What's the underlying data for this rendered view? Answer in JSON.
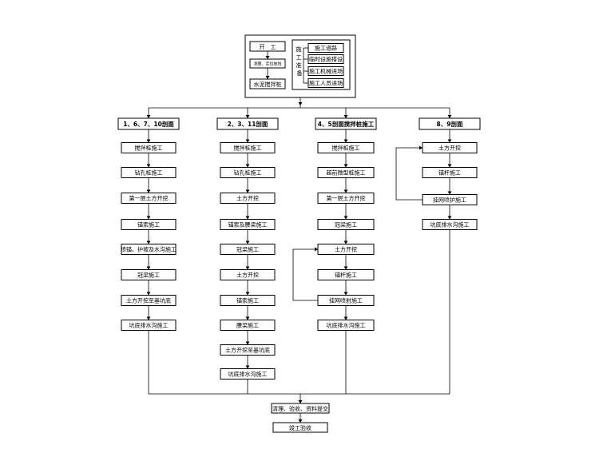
{
  "top": {
    "start": "开　工",
    "survey": "测量、定位放线",
    "stir_pile": "水泥搅拌桩",
    "prep_label": "施工准备",
    "prep_items": [
      "施工道路",
      "临时设施搭设",
      "施工机械进场",
      "施工人员进场"
    ]
  },
  "columns": [
    {
      "header": "1、6、7、10剖面",
      "steps": [
        "搅拌桩施工",
        "钻孔桩施工",
        "第一层土方开挖",
        "锚索施工",
        "喷锚、护坡及水沟施工",
        "冠梁施工",
        "土方开挖至基坑底",
        "坑底排水沟施工"
      ]
    },
    {
      "header": "2、3、11剖面",
      "steps": [
        "搅拌桩施工",
        "钻孔桩施工",
        "土方开挖",
        "锚索及腰梁施工",
        "冠梁施工",
        "土方开挖",
        "锚索施工",
        "腰梁施工",
        "土方开挖至基坑底",
        "坑底排水沟施工"
      ]
    },
    {
      "header": "4、5剖面搅拌桩施工",
      "steps": [
        "搅拌桩施工",
        "超前微型桩施工",
        "第一层土方开挖",
        "冠梁施工",
        "土方开挖",
        "锚杆施工",
        "挂网喷射施工",
        "坑底排水沟施工"
      ]
    },
    {
      "header": "8、9剖面",
      "steps": [
        "土方开挖",
        "锚杆施工",
        "挂网喷护施工",
        "坑底排水沟施工"
      ]
    }
  ],
  "bottom": {
    "acceptance": "清理、验收、资料提交",
    "completion": "竣工验收"
  }
}
